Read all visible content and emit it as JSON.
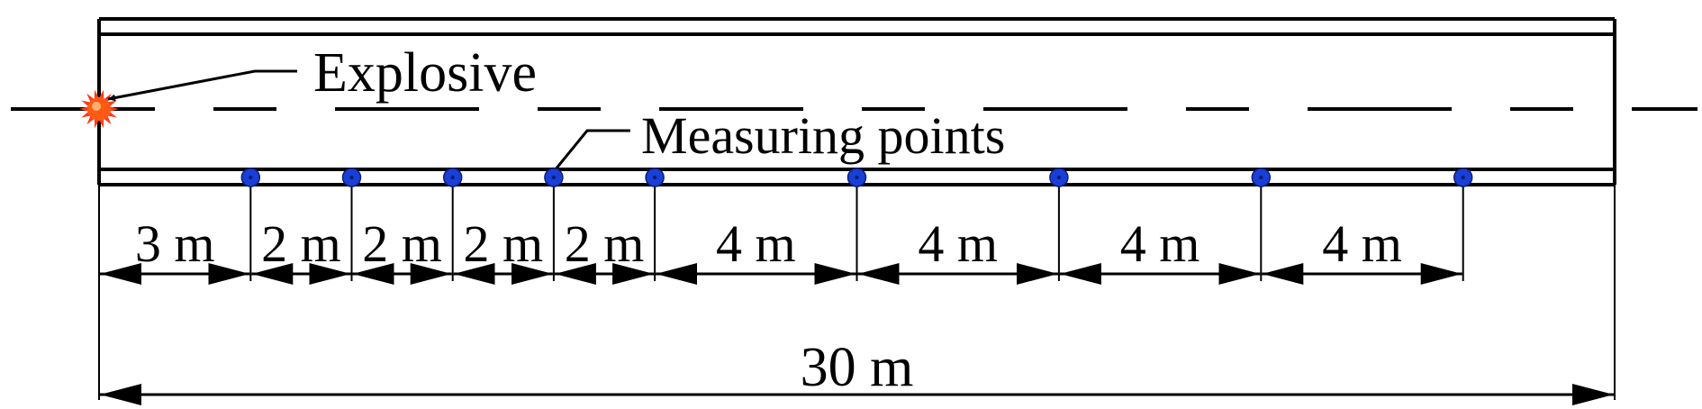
{
  "labels": {
    "explosive": "Explosive",
    "measuring_points": "Measuring points",
    "total": "30 m"
  },
  "segments": [
    {
      "label": "3 m",
      "length_m": 3
    },
    {
      "label": "2 m",
      "length_m": 2
    },
    {
      "label": "2 m",
      "length_m": 2
    },
    {
      "label": "2 m",
      "length_m": 2
    },
    {
      "label": "2 m",
      "length_m": 2
    },
    {
      "label": "4 m",
      "length_m": 4
    },
    {
      "label": "4 m",
      "length_m": 4
    },
    {
      "label": "4 m",
      "length_m": 4
    },
    {
      "label": "4 m",
      "length_m": 4
    }
  ],
  "total_length_m": 30,
  "measuring_point_count": 9,
  "colors": {
    "line": "#000000",
    "measuring_point": "#1a3fd6",
    "explosive": "#ff5a14"
  }
}
